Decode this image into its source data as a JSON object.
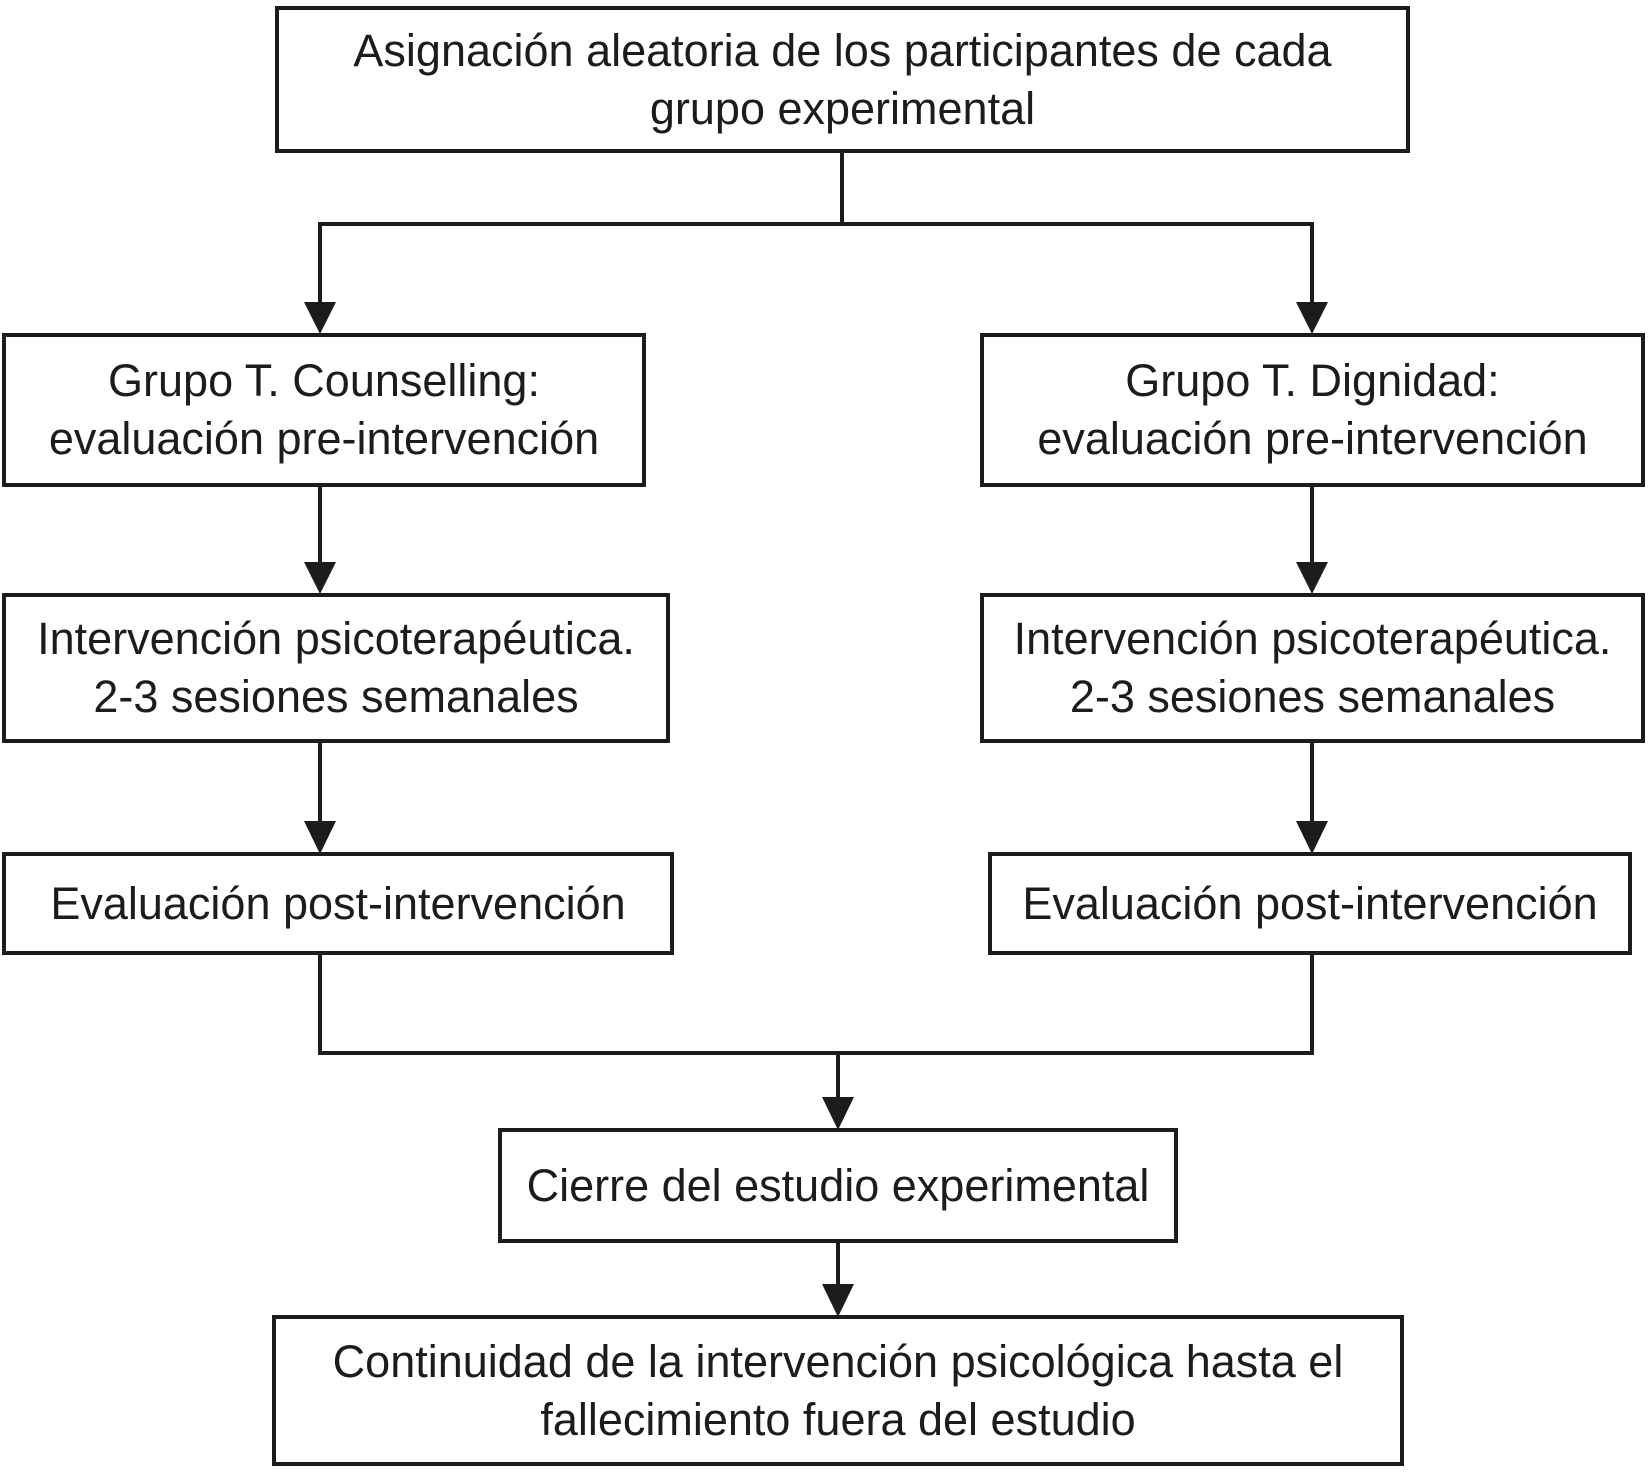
{
  "diagram": {
    "background_color": "#ffffff",
    "line_color": "#1c1c1c",
    "nodes": {
      "asignacion": {
        "lines": [
          "Asignación aleatoria de los participantes de cada",
          "grupo experimental"
        ]
      },
      "grupo_counselling": {
        "lines": [
          "Grupo T. Counselling:",
          "evaluación pre-intervención"
        ]
      },
      "grupo_dignidad": {
        "lines": [
          "Grupo T. Dignidad:",
          "evaluación pre-intervención"
        ]
      },
      "intervencion_izquierda": {
        "lines": [
          "Intervención psicoterapéutica.",
          "2-3 sesiones semanales"
        ]
      },
      "intervencion_derecha": {
        "lines": [
          "Intervención psicoterapéutica.",
          "2-3 sesiones semanales"
        ]
      },
      "evaluacion_izquierda": {
        "lines": [
          "Evaluación post-intervención"
        ]
      },
      "evaluacion_derecha": {
        "lines": [
          "Evaluación post-intervención"
        ]
      },
      "cierre": {
        "lines": [
          "Cierre del estudio experimental"
        ]
      },
      "continuidad": {
        "lines": [
          "Continuidad de la intervención psicológica hasta el",
          "fallecimiento fuera del estudio"
        ]
      }
    }
  }
}
